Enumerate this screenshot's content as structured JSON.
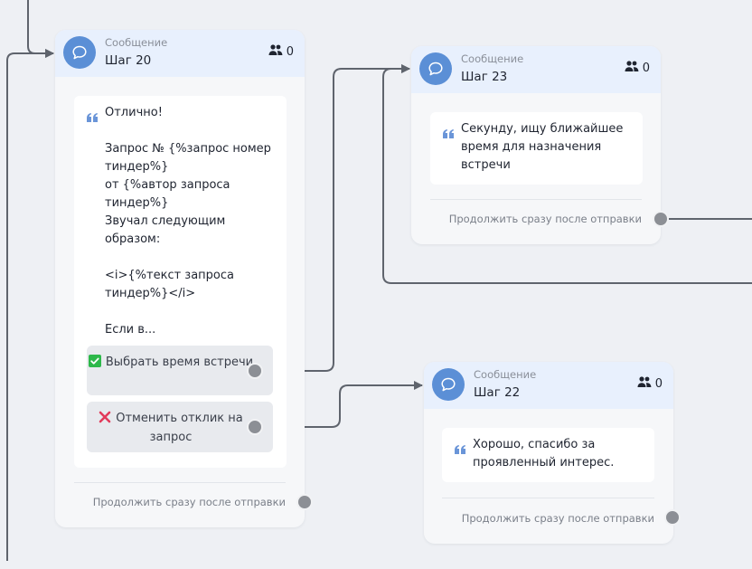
{
  "nodes": {
    "step20": {
      "kind": "Сообщение",
      "title": "Шаг 20",
      "count": "0",
      "message": "Отлично!\n\nЗапрос № {%запрос номер\nтиндер%}\nот {%автор запроса\nтиндер%}\nЗвучал следующим\nобразом:\n\n<i>{%текст запроса\nтиндер%}</i>\n\nЕсли в...",
      "buttons": [
        {
          "label": "Выбрать время встречи",
          "icon": "check-mark-icon"
        },
        {
          "label": "Отменить отклик на запрос",
          "icon": "cross-mark-icon"
        }
      ],
      "continue_label": "Продолжить сразу после отправки"
    },
    "step23": {
      "kind": "Сообщение",
      "title": "Шаг 23",
      "count": "0",
      "message": "Секунду, ищу ближайшее\nвремя для назначения\nвстречи",
      "continue_label": "Продолжить сразу после отправки"
    },
    "step22": {
      "kind": "Сообщение",
      "title": "Шаг 22",
      "count": "0",
      "message": "Хорошо, спасибо за\nпроявленный интерес.",
      "continue_label": "Продолжить сразу после отправки"
    }
  },
  "colors": {
    "accent": "#5b8fd6",
    "header_bg": "#e8f0fd",
    "connector": "#5f646d",
    "check": "#2db84a",
    "cross": "#e23a5a"
  }
}
